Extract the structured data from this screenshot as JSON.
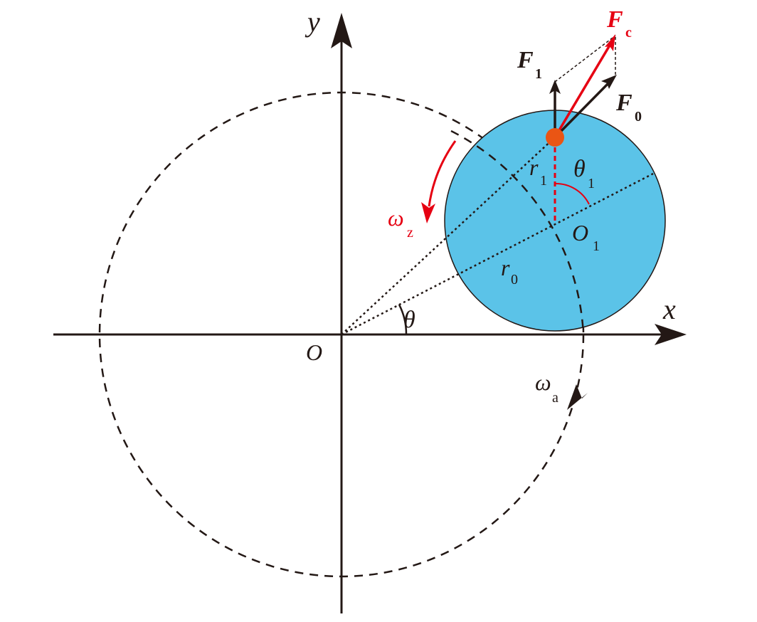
{
  "labels": {
    "y_axis": "y",
    "x_axis": "x",
    "origin": "O",
    "theta": "θ",
    "omega_a": "ω",
    "omega_a_sub": "a",
    "omega_z": "ω",
    "omega_z_sub": "z",
    "r0": "r",
    "r0_sub": "0",
    "r1": "r",
    "r1_sub": "1",
    "theta1": "θ",
    "theta1_sub": "1",
    "o1": "O",
    "o1_sub": "1",
    "f0": "F",
    "f0_sub": "0",
    "f1": "F",
    "f1_sub": "1",
    "fc": "F",
    "fc_sub": "c"
  },
  "colors": {
    "disk_fill": "#5bc3e8",
    "red": "#e60012",
    "point": "#ea5514",
    "black": "#231815"
  }
}
